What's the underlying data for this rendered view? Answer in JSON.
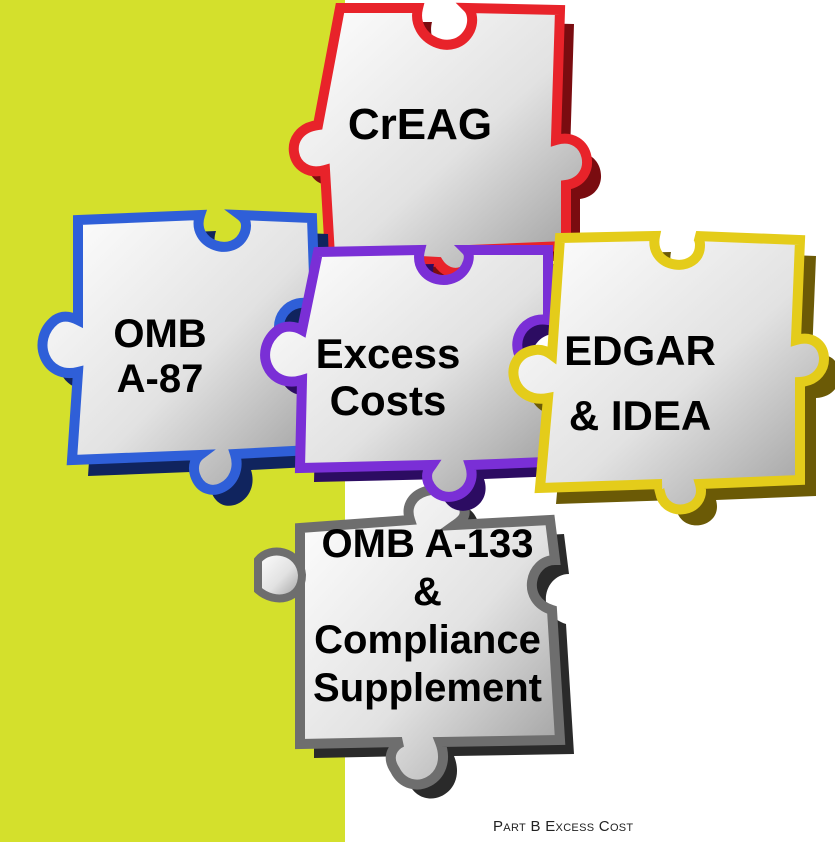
{
  "pieces": [
    {
      "id": "creag",
      "lines": [
        "CrEAG"
      ],
      "color": "#e8232a"
    },
    {
      "id": "omb-a87",
      "lines": [
        "OMB",
        "A-87"
      ],
      "color": "#2f5fd8"
    },
    {
      "id": "excess-costs",
      "lines": [
        "Excess",
        "Costs"
      ],
      "color": "#7a2fd6"
    },
    {
      "id": "edgar-idea",
      "lines": [
        "EDGAR",
        "& IDEA"
      ],
      "color": "#e4cc1a"
    },
    {
      "id": "omb-a133",
      "lines": [
        "OMB A-133",
        "&",
        "Compliance",
        "Supplement"
      ],
      "color": "#6e6e6e"
    }
  ],
  "footer": "Part B Excess Cost",
  "background": {
    "band": "#d4e02c",
    "page": "#ffffff"
  }
}
